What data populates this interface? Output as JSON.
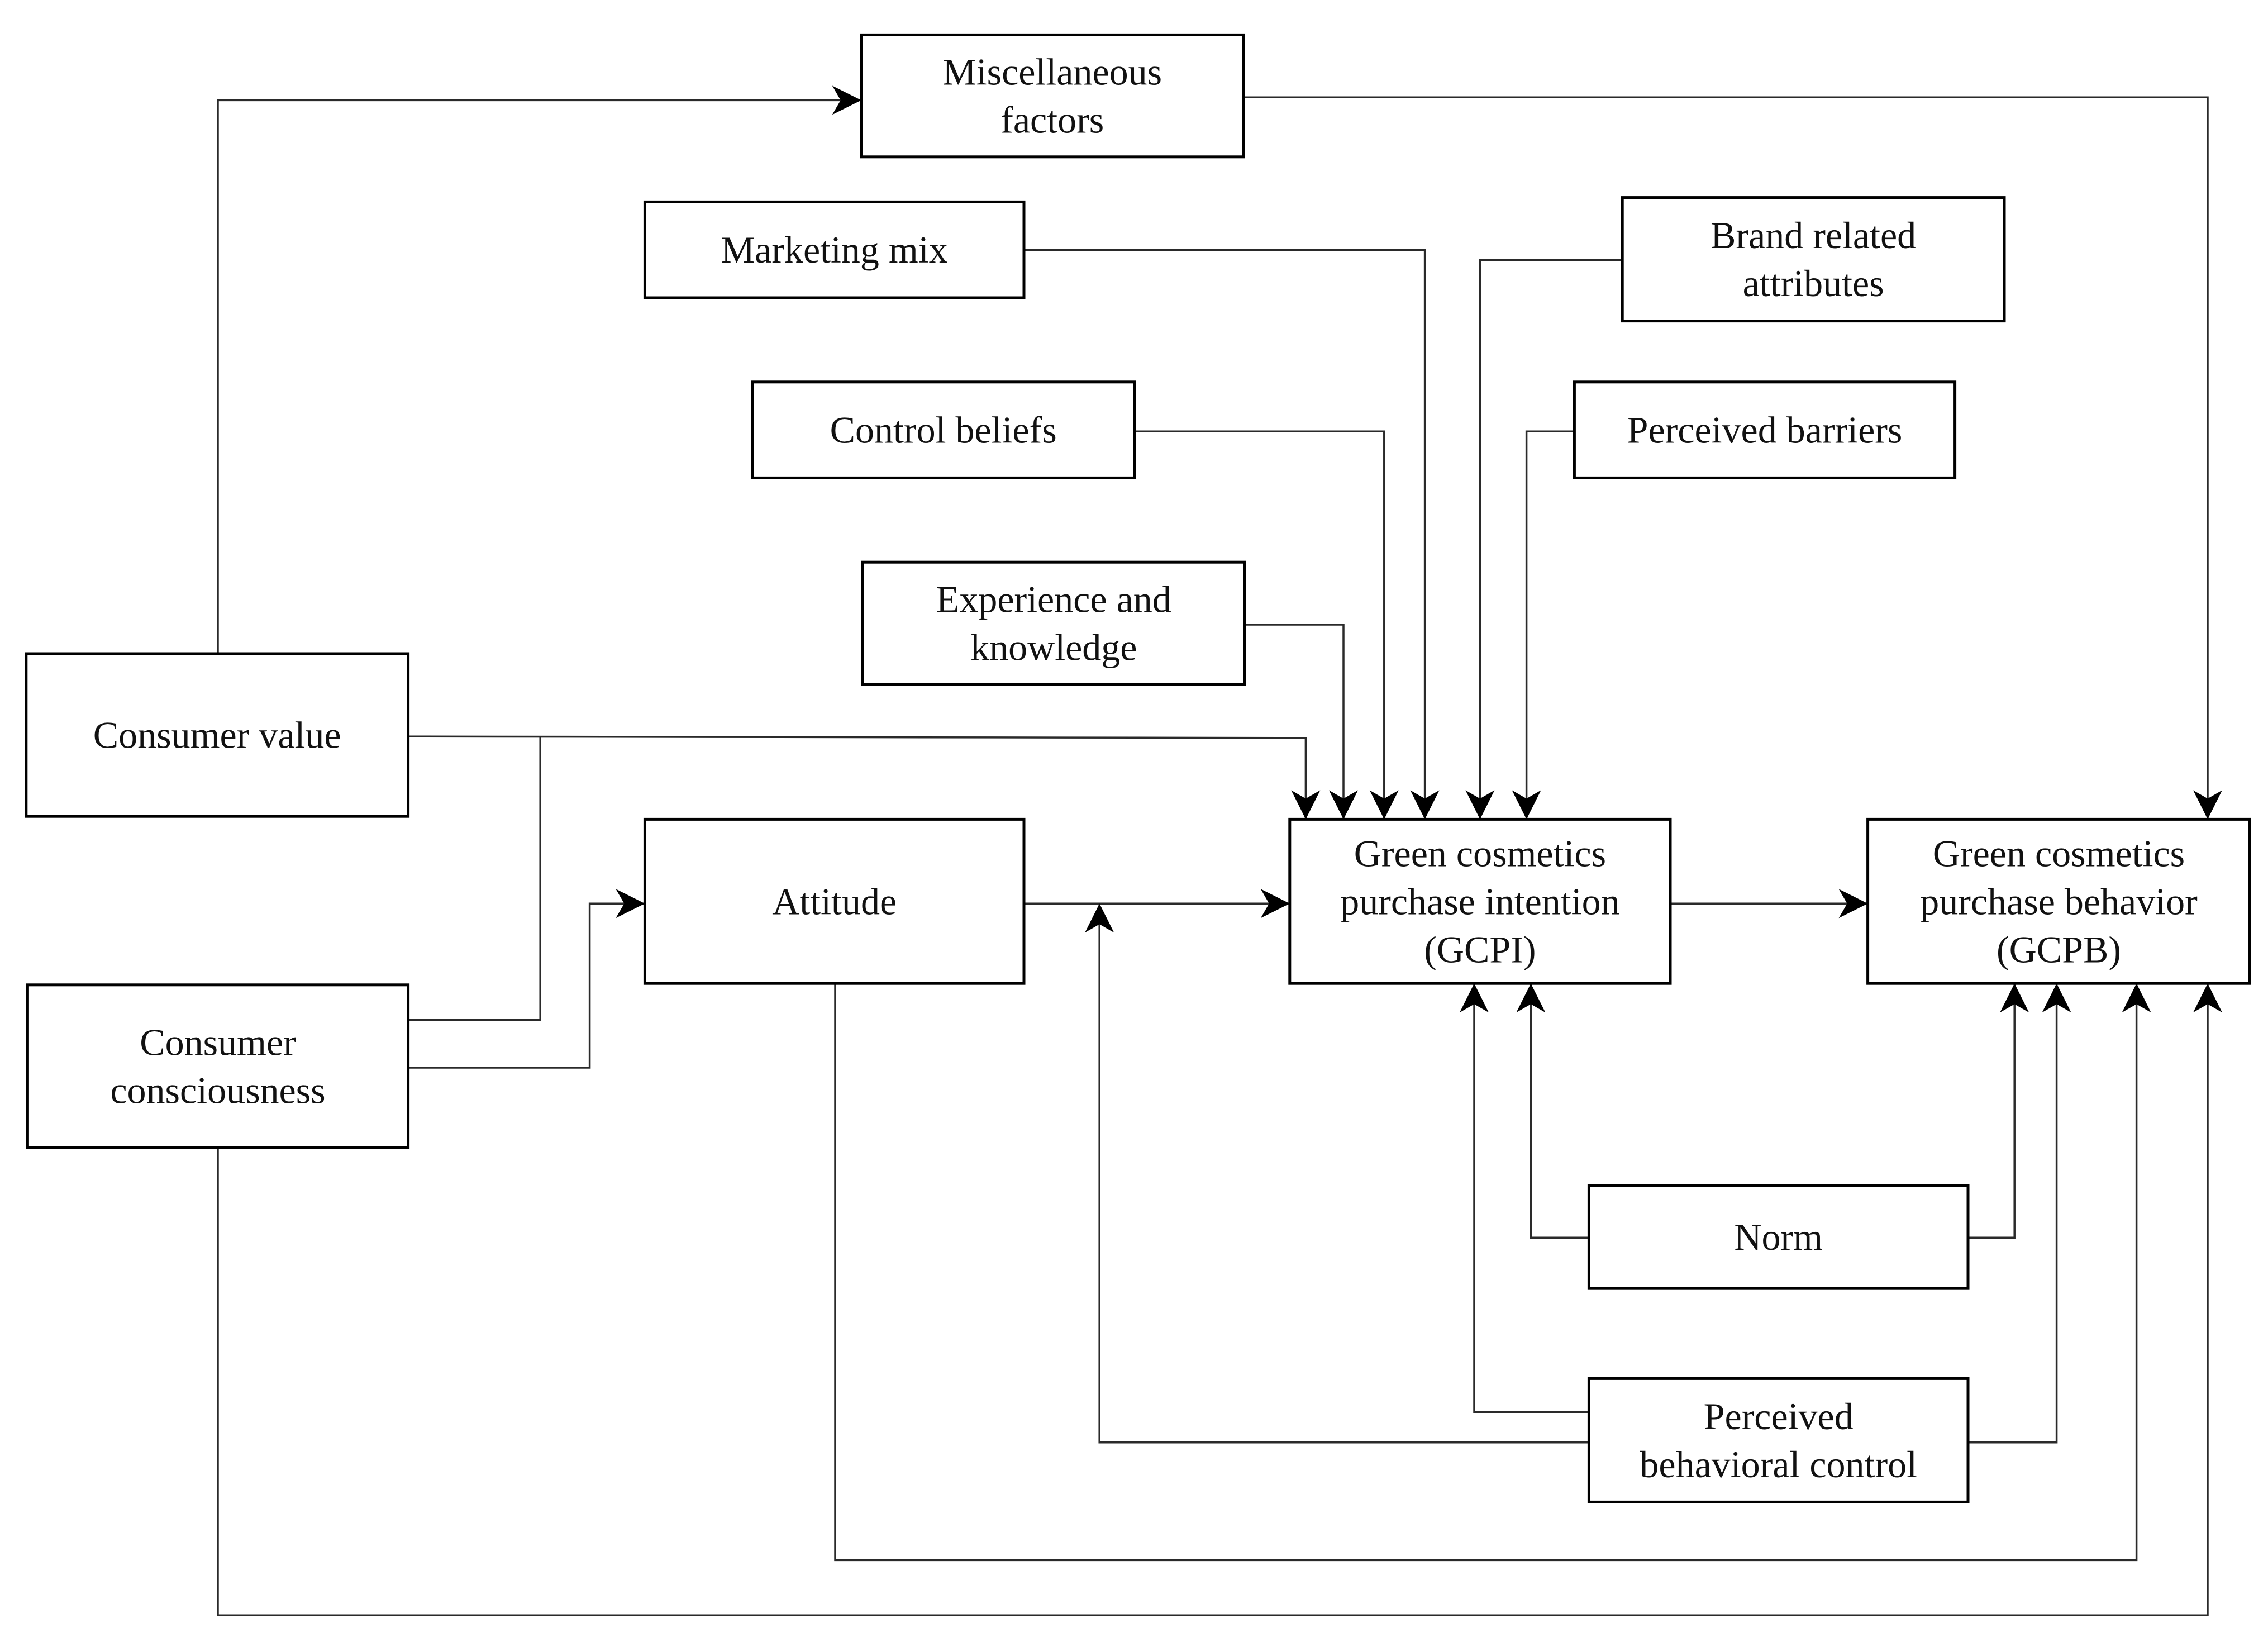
{
  "nodes": {
    "miscellaneous": {
      "lines": [
        "Miscellaneous",
        "factors"
      ]
    },
    "marketing_mix": {
      "lines": [
        "Marketing  mix"
      ]
    },
    "brand_attributes": {
      "lines": [
        "Brand related",
        "attributes"
      ]
    },
    "control_beliefs": {
      "lines": [
        "Control beliefs"
      ]
    },
    "perceived_barriers": {
      "lines": [
        "Perceived barriers"
      ]
    },
    "experience_knowledge": {
      "lines": [
        "Experience and",
        "knowledge"
      ]
    },
    "consumer_value": {
      "lines": [
        "Consumer value"
      ]
    },
    "attitude": {
      "lines": [
        "Attitude"
      ]
    },
    "gcpi": {
      "lines": [
        "Green cosmetics",
        "purchase intention",
        "(GCPI)"
      ]
    },
    "gcpb": {
      "lines": [
        "Green cosmetics",
        "purchase behavior",
        "(GCPB)"
      ]
    },
    "consumer_consciousness": {
      "lines": [
        "Consumer",
        "consciousness"
      ]
    },
    "norm": {
      "lines": [
        "Norm"
      ]
    },
    "pbc": {
      "lines": [
        "Perceived",
        "behavioral  control"
      ]
    }
  },
  "edges": [
    {
      "from": "consumer_value",
      "to": "miscellaneous"
    },
    {
      "from": "miscellaneous",
      "to": "gcpb"
    },
    {
      "from": "marketing_mix",
      "to": "gcpi"
    },
    {
      "from": "brand_attributes",
      "to": "gcpi"
    },
    {
      "from": "control_beliefs",
      "to": "gcpi"
    },
    {
      "from": "perceived_barriers",
      "to": "gcpi"
    },
    {
      "from": "experience_knowledge",
      "to": "gcpi"
    },
    {
      "from": "consumer_value",
      "to": "gcpi"
    },
    {
      "from": "consumer_consciousness",
      "to": "gcpi"
    },
    {
      "from": "consumer_consciousness",
      "to": "attitude"
    },
    {
      "from": "attitude",
      "to": "gcpi"
    },
    {
      "from": "gcpi",
      "to": "gcpb"
    },
    {
      "from": "norm",
      "to": "gcpi"
    },
    {
      "from": "norm",
      "to": "gcpb"
    },
    {
      "from": "pbc",
      "to": "gcpi"
    },
    {
      "from": "pbc",
      "to": "attitude_gcpi_link"
    },
    {
      "from": "pbc",
      "to": "gcpb"
    },
    {
      "from": "attitude",
      "to": "gcpb"
    },
    {
      "from": "consumer_consciousness",
      "to": "gcpb"
    }
  ]
}
